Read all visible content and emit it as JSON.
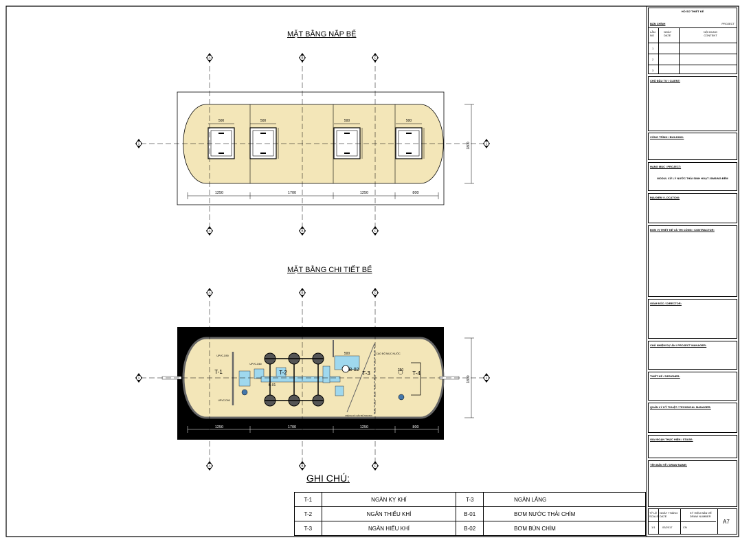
{
  "drawing": {
    "plan_top_title": "MẶT BẰNG NẮP BỂ",
    "plan_detail_title": "MẶT BẰNG CHI TIẾT BỂ",
    "grid_labels": [
      "A",
      "B",
      "C"
    ],
    "row_labels": [
      "1",
      "1"
    ],
    "top_dims_bottom": [
      "1250",
      "1700",
      "1250",
      "800"
    ],
    "top_dims_hatch": [
      "500",
      "500",
      "500",
      "500"
    ],
    "top_dims_side": "1800",
    "detail_dims_bottom": [
      "1250",
      "1700",
      "1250",
      "800"
    ],
    "detail_dims_side": "1800",
    "compartments": [
      "T-1",
      "T-2",
      "B-02",
      "T-3",
      "T-4"
    ],
    "pipe_labels": [
      "UPVC-D90",
      "UPVC-D60",
      "UPVC-D90",
      "B-01",
      "500",
      "250",
      "CAO ĐỘ MỰC NƯỚC",
      "MIỆNG ĐỔ NẮP BỂ 500x500"
    ]
  },
  "notes": {
    "title": "GHI CHÚ:",
    "rows": [
      {
        "code1": "T-1",
        "name1": "NGĂN KỴ KHÍ",
        "code2": "T-3",
        "name2": "NGĂN LẮNG"
      },
      {
        "code1": "T-2",
        "name1": "NGĂN THIẾU KHÍ",
        "code2": "B-01",
        "name2": "BƠM NƯỚC THẢI CHÌM"
      },
      {
        "code1": "T-3",
        "name1": "NGĂN HIẾU KHÍ",
        "code2": "B-02",
        "name2": "BƠM BÙN CHÌM"
      }
    ]
  },
  "title_block": {
    "header": "HỒ SƠ THIẾT KẾ",
    "edition": "BẢN CHỈNH",
    "project_tag": "PROJECT",
    "col_no": "LẦN NO",
    "col_date": "NGÀY DATE",
    "col_content": "NỘI DUNG CONTENT",
    "revisions": [
      "1",
      "2",
      "3"
    ],
    "client": "CHỦ ĐẦU TƯ / CLIENT:",
    "building": "CÔNG TRÌNH / BUILDING:",
    "project_label": "HẠNG MỤC / PROJECT:",
    "project_name": "MODUL XỬ LÝ NƯỚC THẢI SINH HOẠT 20M3/NG.ĐÊM",
    "location": "ĐỊA ĐIỂM / LOCATION:",
    "contractor": "ĐƠN VỊ THIẾT KẾ VÀ THI CÔNG / CONTRACTOR:",
    "director": "GIÁM ĐỐC / DIRECTOR:",
    "project_manager": "CHỦ NHIỆM DỰ ÁN / PROJECT MANAGER:",
    "designer": "THIẾT KẾ / DESIGNER:",
    "technical_manager": "QUẢN LÝ KỸ THUẬT / TECHNICAL MANAGER:",
    "stage": "GIAI ĐOẠN THỰC HIỆN / STAGE:",
    "drawing_name": "TÊN BẢN VẼ / DRAW NAME:",
    "scale_label": "TỶ LỆ SCALE",
    "date_label": "NGÀY THÁNG DATE",
    "sheet_label": "KÝ HIỆU BẢN VẼ DRAW NUMBER",
    "scale_value": "1/1",
    "date_value": "03/2017",
    "sheet_no_label": "CN",
    "sheet_code": "A7"
  },
  "colors": {
    "tank_fill": "#f3e6b8",
    "water": "#9fd8ee",
    "dark": "#000000",
    "wall": "#666666"
  }
}
